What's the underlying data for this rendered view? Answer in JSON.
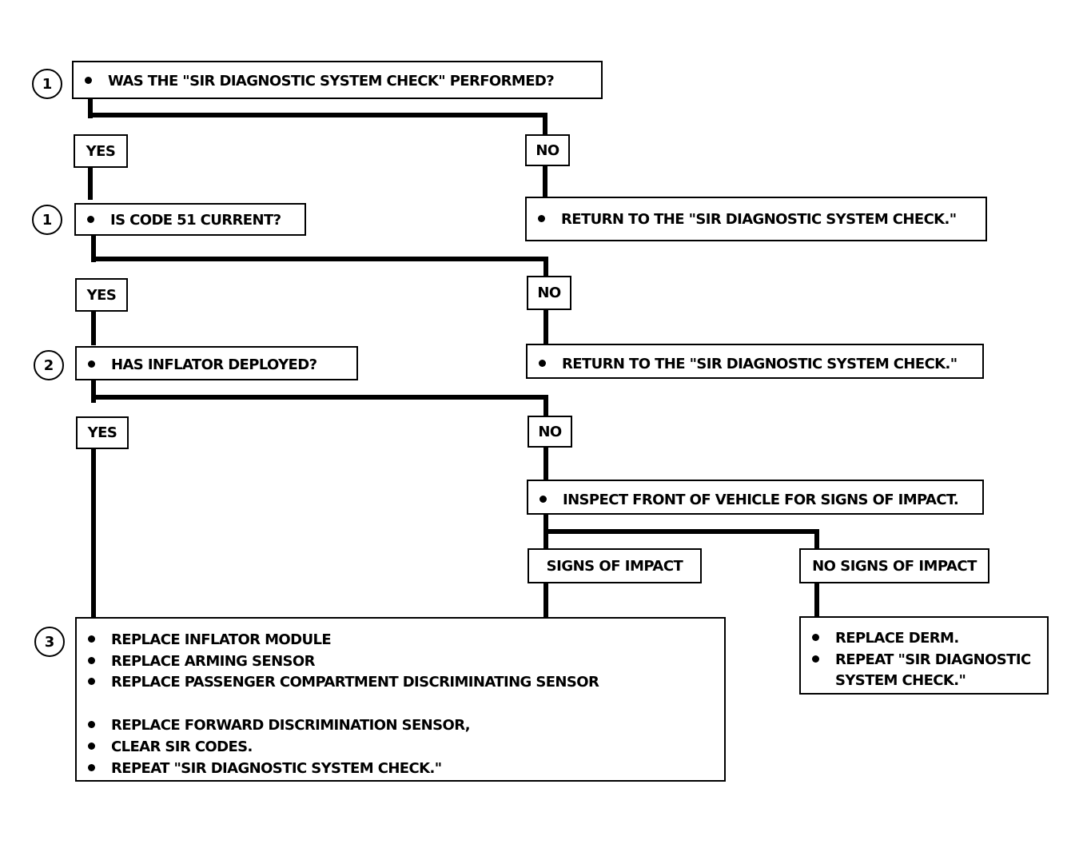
{
  "steps": {
    "q1": "1",
    "q2": "1",
    "q3": "2",
    "action": "3"
  },
  "questions": {
    "q1": "WAS THE \"SIR DIAGNOSTIC SYSTEM CHECK\" PERFORMED?",
    "q2": "IS CODE 51 CURRENT?",
    "q3": "HAS INFLATOR DEPLOYED?"
  },
  "branches": {
    "yes": "YES",
    "no": "NO",
    "signs_of_impact": "SIGNS OF IMPACT",
    "no_signs_of_impact": "NO SIGNS OF IMPACT"
  },
  "actions": {
    "return1": "RETURN TO THE \"SIR DIAGNOSTIC SYSTEM CHECK.\"",
    "return2": "RETURN TO THE \"SIR DIAGNOSTIC SYSTEM CHECK.\"",
    "inspect": "INSPECT FRONT OF VEHICLE FOR SIGNS OF IMPACT.",
    "replace_list": [
      "REPLACE INFLATOR MODULE",
      "REPLACE ARMING SENSOR",
      "REPLACE PASSENGER COMPARTMENT DISCRIMINATING SENSOR",
      "REPLACE FORWARD DISCRIMINATION SENSOR,",
      "CLEAR SIR CODES.",
      "REPEAT \"SIR DIAGNOSTIC SYSTEM CHECK.\""
    ],
    "derm_list": [
      "REPLACE DERM.",
      "REPEAT \"SIR DIAGNOSTIC",
      "SYSTEM CHECK.\""
    ]
  }
}
